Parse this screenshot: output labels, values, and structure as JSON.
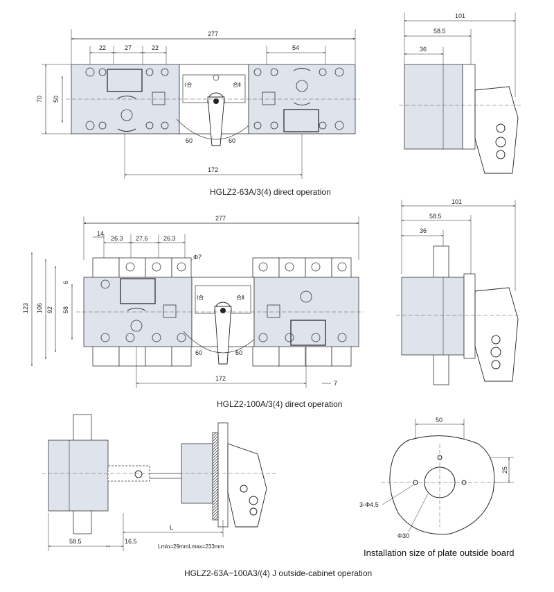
{
  "front_63": {
    "caption": "HGLZ2-63A/3(4)  direct operation",
    "dims": {
      "overall": "277",
      "s1": "22",
      "s2": "27",
      "s3": "22",
      "s4": "54",
      "h_outer": "70",
      "h_inner": "50",
      "bottom": "172",
      "angle_l": "60",
      "angle_r": "60"
    },
    "switch_labels": {
      "left": "Ⅰ合",
      "right": "合Ⅱ"
    }
  },
  "side_63": {
    "dims": {
      "d1": "101",
      "d2": "58.5",
      "d3": "36"
    }
  },
  "front_100": {
    "caption": "HGLZ2-100A/3(4)  direct operation",
    "dims": {
      "overall": "277",
      "s0": "14",
      "s1": "26.3",
      "s2": "27.6",
      "s3": "26.3",
      "hole": "Φ7",
      "h1": "123",
      "h2": "106",
      "h3": "92",
      "h4": "58",
      "h5": "6",
      "bottom": "172",
      "right": "7",
      "angle_l": "60",
      "angle_r": "60"
    },
    "switch_labels": {
      "left": "Ⅰ合",
      "right": "合Ⅱ"
    }
  },
  "side_100": {
    "dims": {
      "d1": "101",
      "d2": "58.5",
      "d3": "36"
    }
  },
  "outside": {
    "caption": "HGLZ2-63A~100A3/(4) J outside-cabinet operation",
    "dims": {
      "d1": "58.5",
      "d2": "16.5",
      "L": "L",
      "note": "Lmin=29mmLmax=233mm"
    }
  },
  "plate": {
    "caption": "Installation size of plate outside board",
    "dims": {
      "w": "50",
      "h": "25",
      "holes": "3-Φ4.5",
      "center": "Φ30"
    }
  }
}
